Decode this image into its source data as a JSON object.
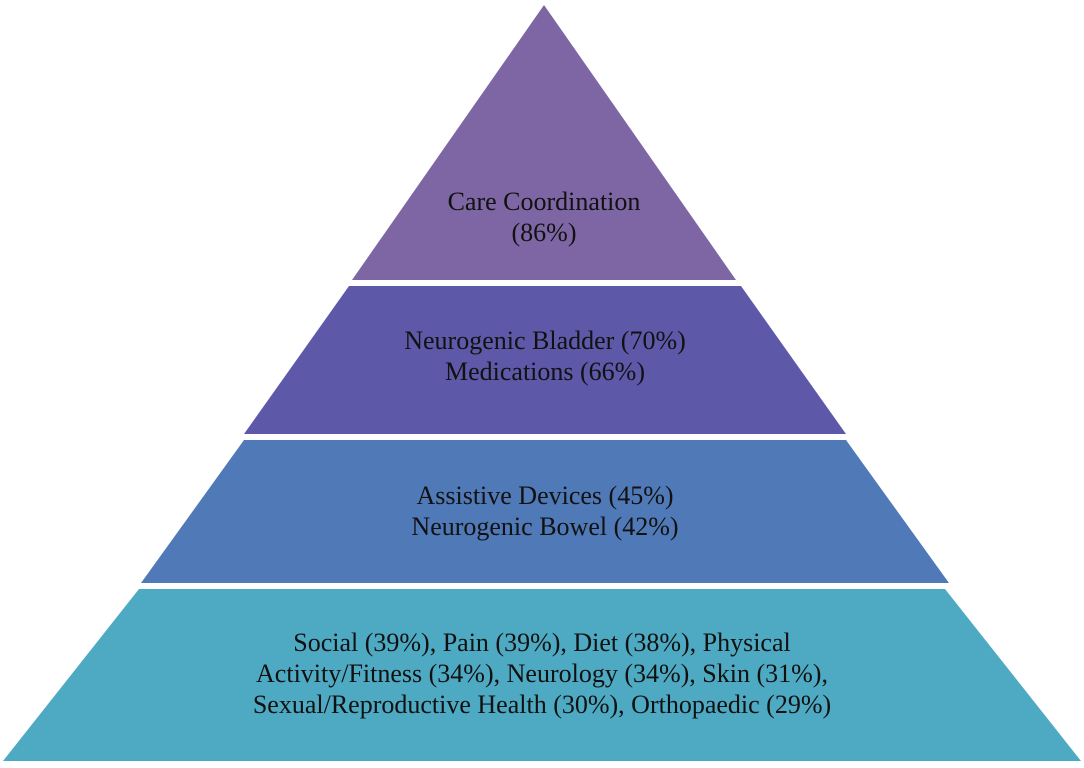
{
  "pyramid": {
    "tiers": [
      {
        "color": "#7e66a4",
        "lines": [
          "Care Coordination",
          "(86%)"
        ]
      },
      {
        "color": "#5e58a8",
        "lines": [
          "Neurogenic Bladder (70%)",
          "Medications (66%)"
        ]
      },
      {
        "color": "#5079b8",
        "lines": [
          "Assistive Devices (45%)",
          "Neurogenic Bowel (42%)"
        ]
      },
      {
        "color": "#4ea9c2",
        "lines": [
          "Social (39%), Pain (39%), Diet (38%), Physical",
          "Activity/Fitness (34%), Neurology (34%), Skin (31%),",
          "Sexual/Reproductive Health (30%), Orthopaedic (29%)"
        ]
      }
    ]
  }
}
